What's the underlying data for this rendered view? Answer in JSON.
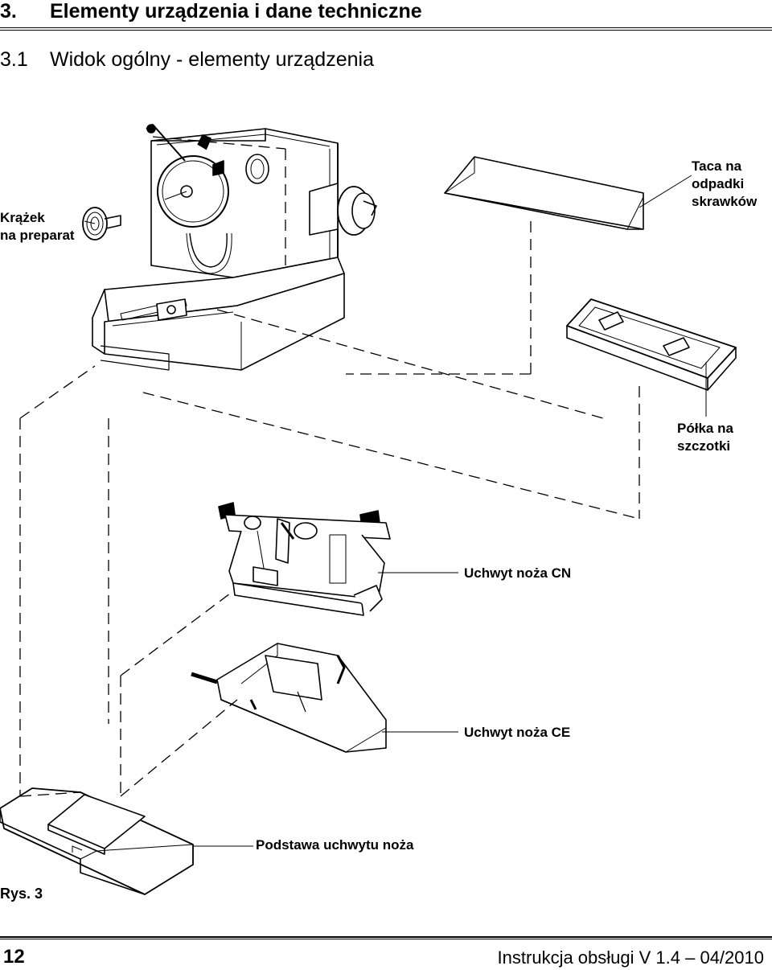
{
  "section": {
    "number": "3.",
    "title": "Elementy urządzenia i dane techniczne"
  },
  "subsection": {
    "number": "3.1",
    "title": "Widok ogólny - elementy urządzenia"
  },
  "labels": {
    "specimen_disc": [
      "Krążek",
      "na preparat"
    ],
    "waste_tray": [
      "Taca na",
      "odpadki",
      "skrawków"
    ],
    "brush_shelf": [
      "Półka na",
      "szczotki"
    ],
    "knife_holder_cn": "Uchwyt noża CN",
    "knife_holder_ce": "Uchwyt noża CE",
    "knife_holder_base": "Podstawa uchwytu noża"
  },
  "figure_caption": "Rys. 3",
  "footer": {
    "page_number": "12",
    "title": "Instrukcja obsługi V 1.4 – 04/2010"
  }
}
